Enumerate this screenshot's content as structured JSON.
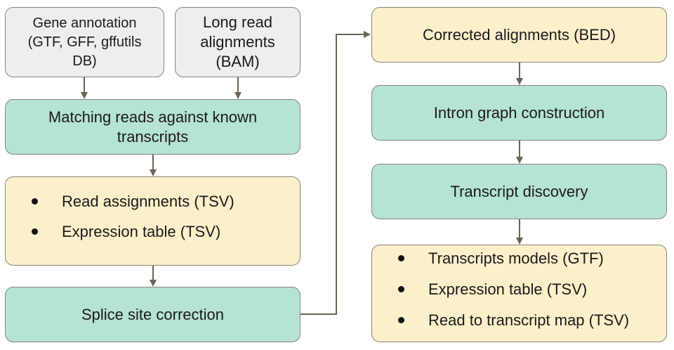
{
  "diagram": {
    "nodes": {
      "gene_annotation": "Gene annotation (GTF, GFF, gffutils DB)",
      "long_read_alignments": "Long read alignments (BAM)",
      "matching_reads": "Matching reads against known transcripts",
      "outputs_known": [
        "Read assignments (TSV)",
        "Expression table (TSV)"
      ],
      "splice_site_correction": "Splice site correction",
      "corrected_alignments": "Corrected alignments (BED)",
      "intron_graph": "Intron graph construction",
      "transcript_discovery": "Transcript discovery",
      "outputs_discovery": [
        "Transcripts models (GTF)",
        "Expression table (TSV)",
        "Read to transcript map (TSV)"
      ]
    },
    "edges": [
      [
        "gene_annotation",
        "matching_reads"
      ],
      [
        "long_read_alignments",
        "matching_reads"
      ],
      [
        "matching_reads",
        "outputs_known"
      ],
      [
        "outputs_known",
        "splice_site_correction"
      ],
      [
        "splice_site_correction",
        "corrected_alignments"
      ],
      [
        "corrected_alignments",
        "intron_graph"
      ],
      [
        "intron_graph",
        "transcript_discovery"
      ],
      [
        "transcript_discovery",
        "outputs_discovery"
      ]
    ],
    "colors": {
      "input": "#eeeeee",
      "process": "#b5e3d5",
      "output": "#fcf0cb",
      "border": "#8a8579",
      "arrow": "#6b6354"
    }
  }
}
